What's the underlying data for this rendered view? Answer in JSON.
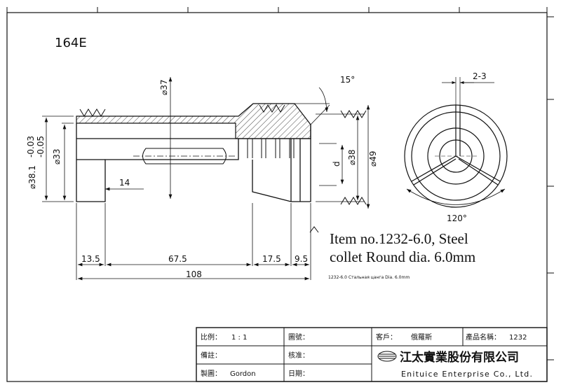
{
  "drawing": {
    "part_no": "164E",
    "dimensions": {
      "d37": "⌀37",
      "d33": "⌀33",
      "d38_1": "⌀38.1",
      "tol": "-0.03\n-0.05",
      "tol_upper": "-0.03",
      "tol_lower": "-0.05",
      "d": "d",
      "d38": "⌀38",
      "d49": "⌀49",
      "angle": "15°",
      "len14": "14",
      "len13_5": "13.5",
      "len67_5": "67.5",
      "len17_5": "17.5",
      "len9_5": "9.5",
      "len108": "108",
      "slot": "2-3",
      "split_angle": "120°"
    },
    "item_line1": "Item no.1232-6.0, Steel",
    "item_line2": "collet Round dia. 6.0mm",
    "item_ru": "1232-6.0 Стальная цанга Dia. 6.0mm"
  },
  "title_block": {
    "scale_label": "比例：",
    "scale_value": "1 : 1",
    "drawing_no_label": "圖號：",
    "customer_label": "客戶：",
    "customer_value": "俄羅斯",
    "product_label": "產品名稱：",
    "product_value": "1232",
    "remark_label": "備註：",
    "check_label": "核准：",
    "drawn_label": "製圖：",
    "drawn_value": "Gordon",
    "date_label": "日期：",
    "company_cn": "江太實業股份有限公司",
    "company_en": "Enituice Enterprise Co., Ltd."
  },
  "colors": {
    "ink": "#111111",
    "paper": "#ffffff"
  }
}
